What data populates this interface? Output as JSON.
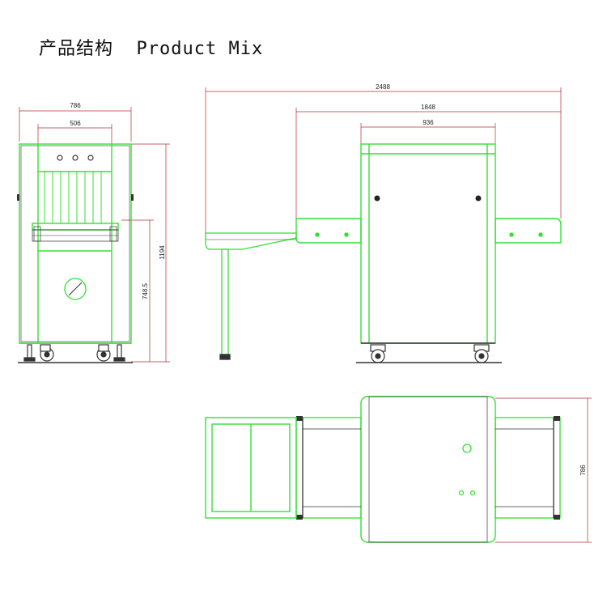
{
  "title": "产品结构  Product Mix",
  "dimensions": {
    "front_width": "786",
    "front_tunnel_width": "506",
    "front_total_height": "1194",
    "front_conveyor_height": "748.5",
    "side_total_length": "2488",
    "side_body_with_roller": "1848",
    "side_body_length": "936",
    "top_width": "786"
  },
  "colors": {
    "frame": "#33e033",
    "outline": "#333333",
    "dimension": "#b03030",
    "fill": "#ffffff"
  }
}
